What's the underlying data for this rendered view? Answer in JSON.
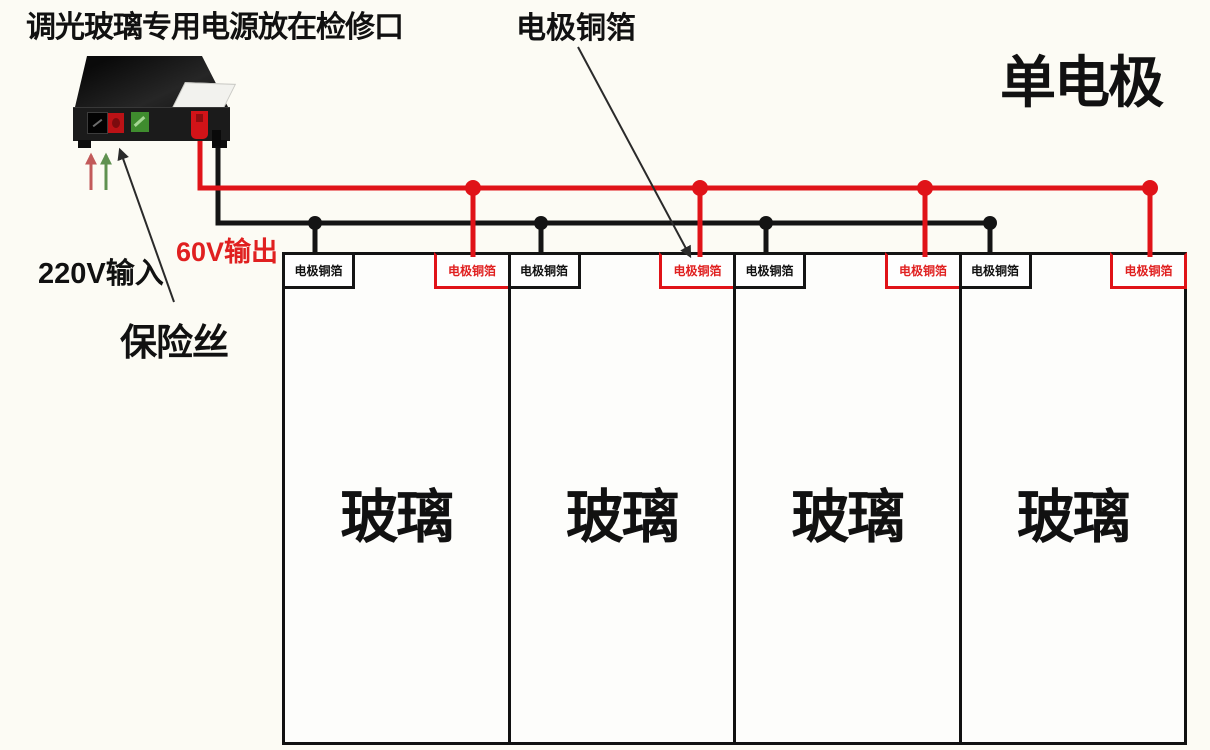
{
  "labels": {
    "title": "调光玻璃专用电源放在检修口",
    "electrode_callout": "电极铜箔",
    "mode": "单电极",
    "input": "220V输入",
    "fuse": "保险丝",
    "output": "60V输出"
  },
  "panels": [
    {
      "glass_label": "玻璃",
      "electrodes": [
        {
          "position": "left",
          "wire": "black",
          "label": "电极铜箔"
        },
        {
          "position": "right",
          "wire": "red",
          "label": "电极铜箔"
        }
      ]
    },
    {
      "glass_label": "玻璃",
      "electrodes": [
        {
          "position": "left",
          "wire": "black",
          "label": "电极铜箔"
        },
        {
          "position": "right",
          "wire": "red",
          "label": "电极铜箔"
        }
      ]
    },
    {
      "glass_label": "玻璃",
      "electrodes": [
        {
          "position": "left",
          "wire": "black",
          "label": "电极铜箔"
        },
        {
          "position": "right",
          "wire": "red",
          "label": "电极铜箔"
        }
      ]
    },
    {
      "glass_label": "玻璃",
      "electrodes": [
        {
          "position": "left",
          "wire": "black",
          "label": "电极铜箔"
        },
        {
          "position": "right",
          "wire": "red",
          "label": "电极铜箔"
        }
      ]
    }
  ],
  "colors": {
    "background": "#fcfbf4",
    "text": "#111111",
    "wire_red": "#e01318",
    "wire_black": "#141414",
    "accent_red_text": "#e02020",
    "panel_border": "#111111",
    "arrow_dark": "#2a2a2a",
    "arrow_red": "#c25a5a",
    "arrow_green": "#5f9150"
  }
}
